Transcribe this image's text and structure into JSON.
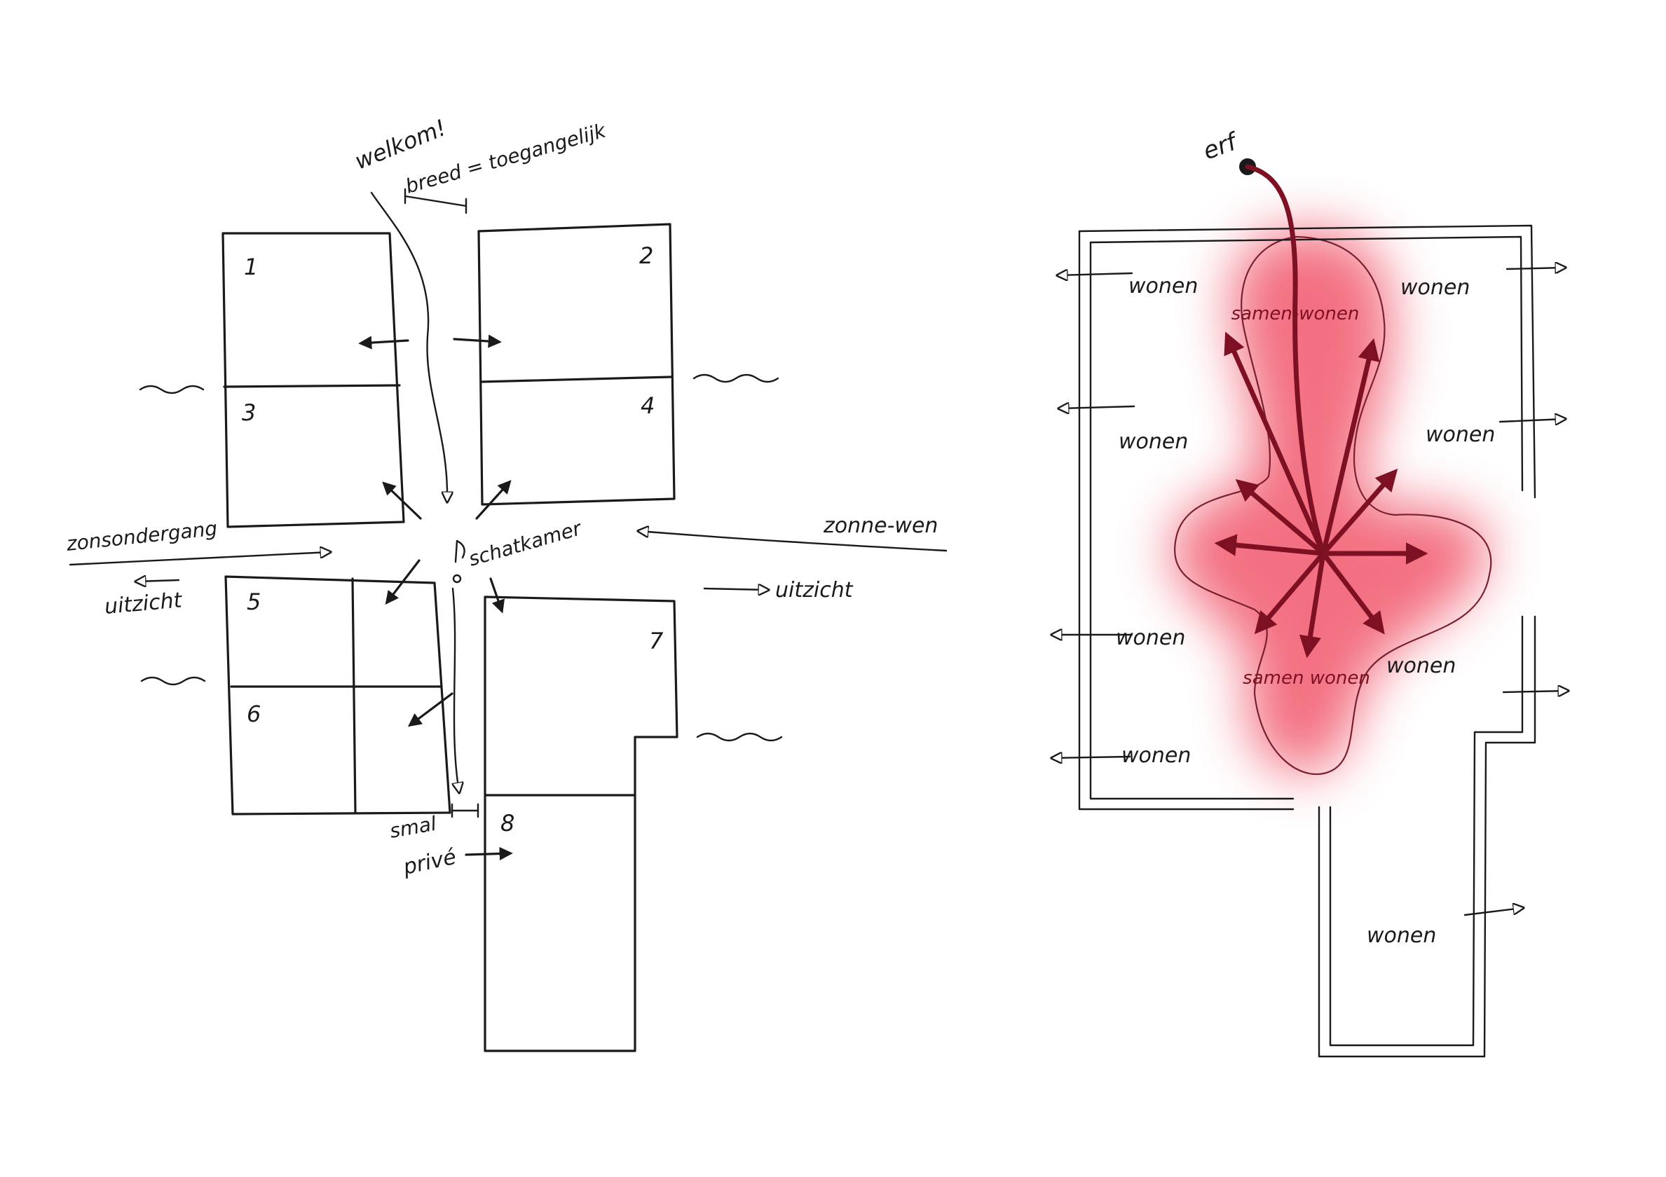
{
  "colors": {
    "ink": "#1a1a1a",
    "accent_red": "#7d1022",
    "glow_pink": "#f0495f"
  },
  "left_plan": {
    "welcome": "welkom!",
    "wide_accessible": "breed = toegangelijk",
    "rooms": [
      "1",
      "2",
      "3",
      "4",
      "5",
      "6",
      "7",
      "8"
    ],
    "sunset": "zonsondergang",
    "sun_path": "zonne-wen",
    "view_left": "uitzicht",
    "view_right": "uitzicht",
    "treasure_room": "schatkamer",
    "narrow": "smal",
    "private": "privé"
  },
  "right_plan": {
    "yard": "erf",
    "living": "wonen",
    "shared_living_top": "samen-wonen",
    "shared_living_bottom": "samen wonen"
  }
}
